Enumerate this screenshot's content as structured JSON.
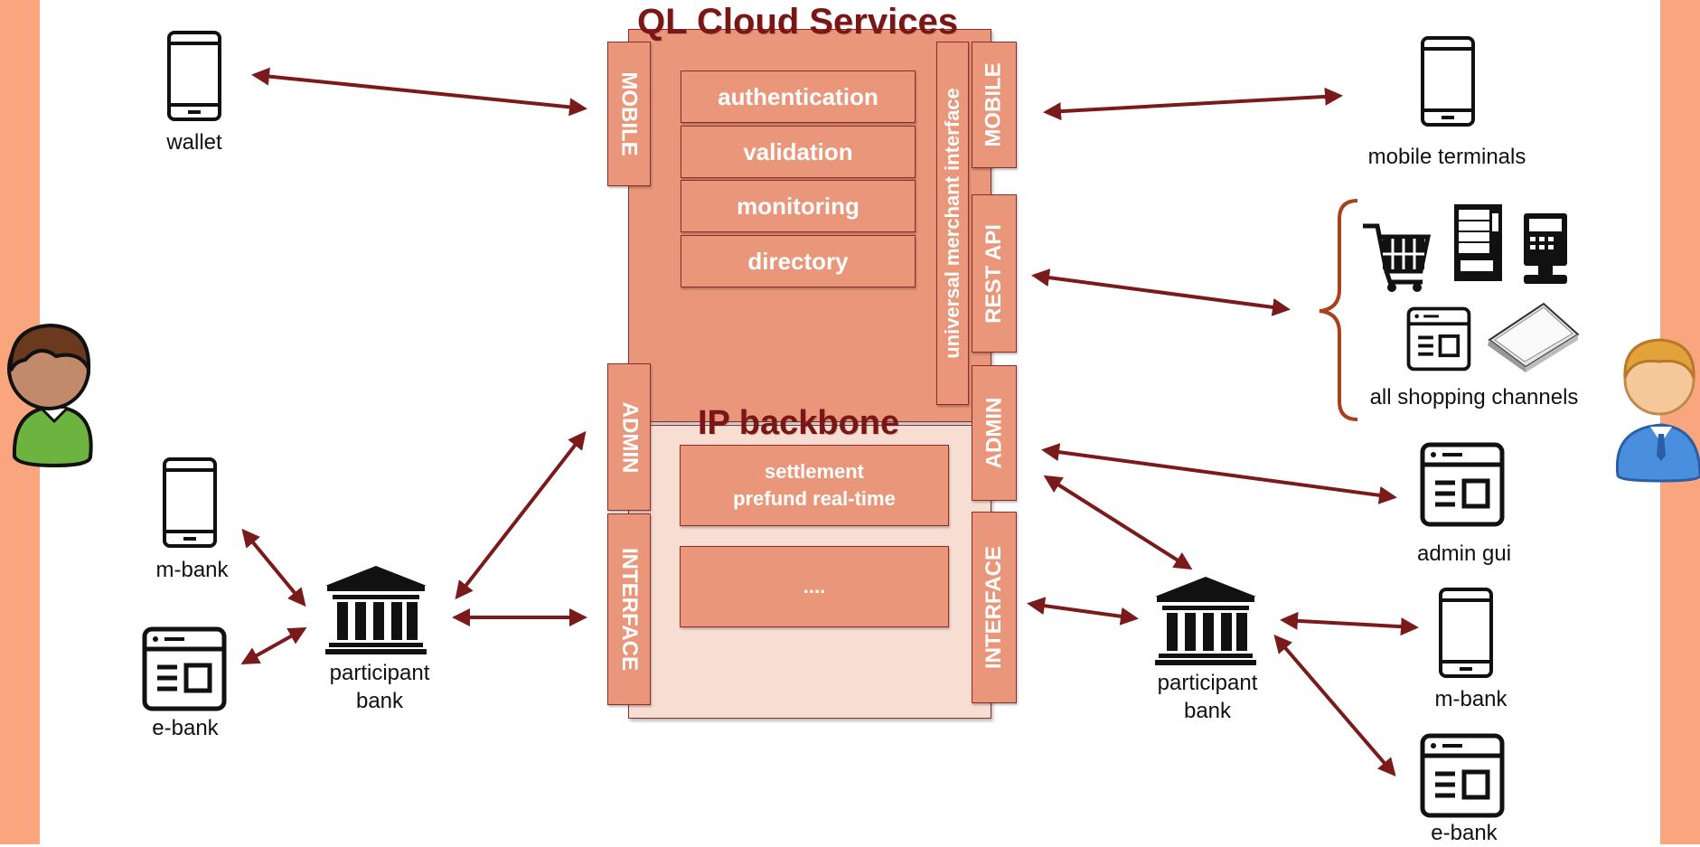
{
  "cloud": {
    "title": "QL Cloud Services",
    "services": [
      "authentication",
      "validation",
      "monitoring",
      "directory"
    ],
    "tabs": {
      "mobile_left": "MOBILE",
      "mobile_right": "MOBILE",
      "rest_api": "REST API",
      "umi": "universal merchant interface",
      "admin_left": "ADMIN",
      "admin_right": "ADMIN"
    }
  },
  "backbone": {
    "title": "IP backbone",
    "settlement_line1": "settlement",
    "settlement_line2": "prefund real-time",
    "ellipsis": "....",
    "interface_left": "INTERFACE",
    "interface_right": "INTERFACE"
  },
  "left": {
    "wallet": "wallet",
    "mbank": "m-bank",
    "ebank": "e-bank",
    "bank_line1": "participant",
    "bank_line2": "bank"
  },
  "right": {
    "mobile_terminals": "mobile terminals",
    "all_shopping_channels": "all shopping channels",
    "admin_gui": "admin gui",
    "bank_line1": "participant",
    "bank_line2": "bank",
    "mbank": "m-bank",
    "ebank": "e-bank"
  },
  "colors": {
    "side_band": "#f9a57e",
    "box_fill": "#e9967a",
    "backbone_fill": "#f7ddd2",
    "arrow": "#7a1a1a",
    "title": "#7a1616"
  },
  "icons": [
    "phone-icon",
    "bank-icon",
    "web-window-icon",
    "shopping-cart-icon",
    "vending-machine-icon",
    "payment-terminal-icon",
    "tablet-icon",
    "user-avatar-icon",
    "brace-icon"
  ]
}
